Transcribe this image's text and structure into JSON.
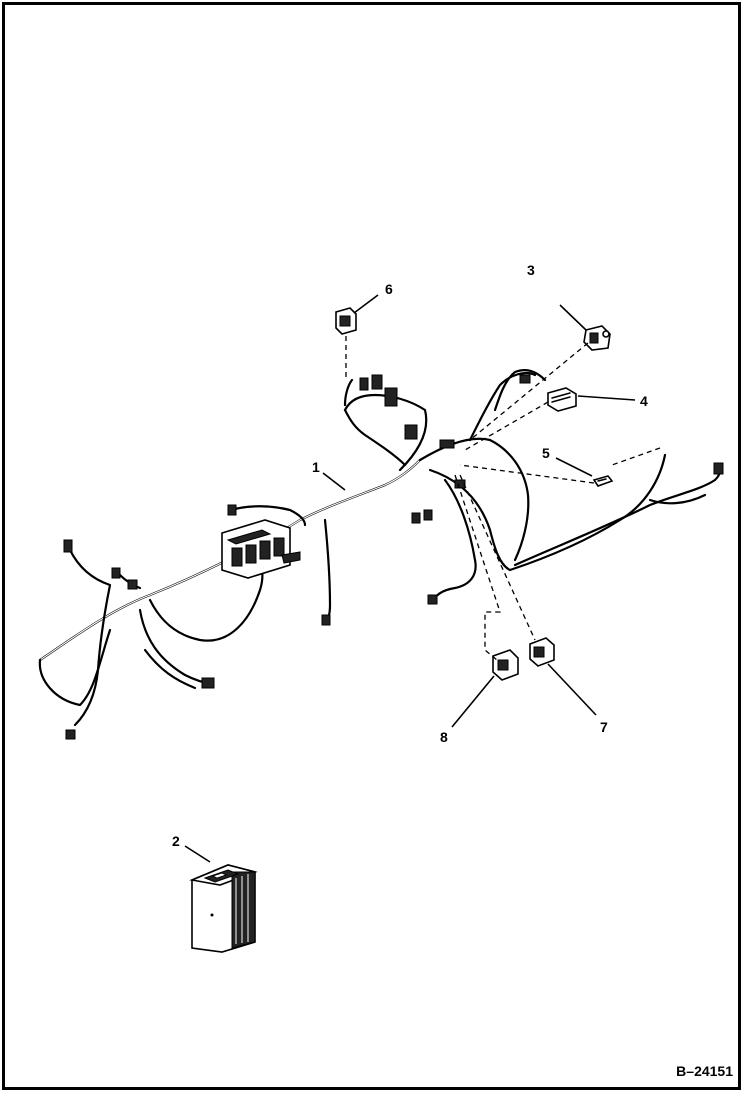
{
  "diagram": {
    "drawing_number": "B–24151",
    "callouts": [
      {
        "id": "callout-1",
        "label": "1"
      },
      {
        "id": "callout-2",
        "label": "2"
      },
      {
        "id": "callout-3",
        "label": "3"
      },
      {
        "id": "callout-4",
        "label": "4"
      },
      {
        "id": "callout-5",
        "label": "5"
      },
      {
        "id": "callout-6",
        "label": "6"
      },
      {
        "id": "callout-7",
        "label": "7"
      },
      {
        "id": "callout-8",
        "label": "8"
      }
    ]
  }
}
